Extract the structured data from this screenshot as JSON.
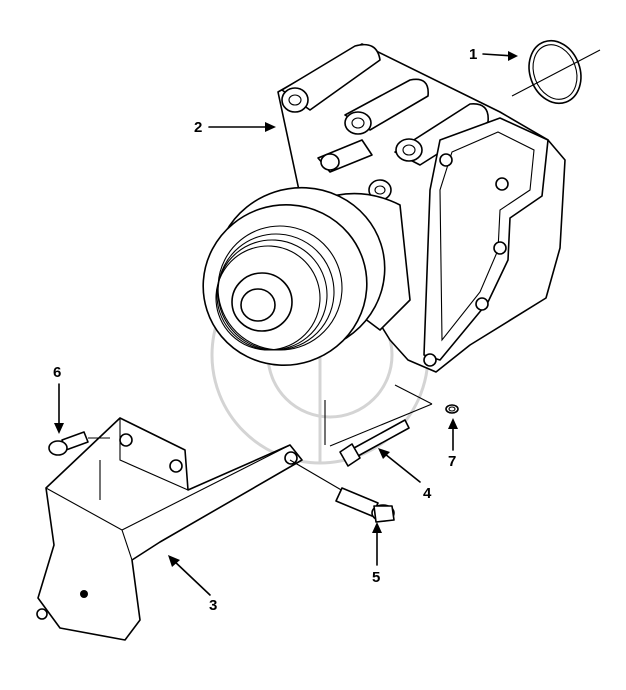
{
  "diagram": {
    "callouts": [
      {
        "id": "1",
        "part": "o-ring"
      },
      {
        "id": "2",
        "part": "water-pump"
      },
      {
        "id": "3",
        "part": "support-bracket"
      },
      {
        "id": "4",
        "part": "stud"
      },
      {
        "id": "5",
        "part": "flange-screw"
      },
      {
        "id": "6",
        "part": "flange-screw-small"
      },
      {
        "id": "7",
        "part": "flange-nut"
      }
    ],
    "colors": {
      "ink": "#000000",
      "paper": "#ffffff",
      "watermark": "#d4d4d4"
    }
  }
}
